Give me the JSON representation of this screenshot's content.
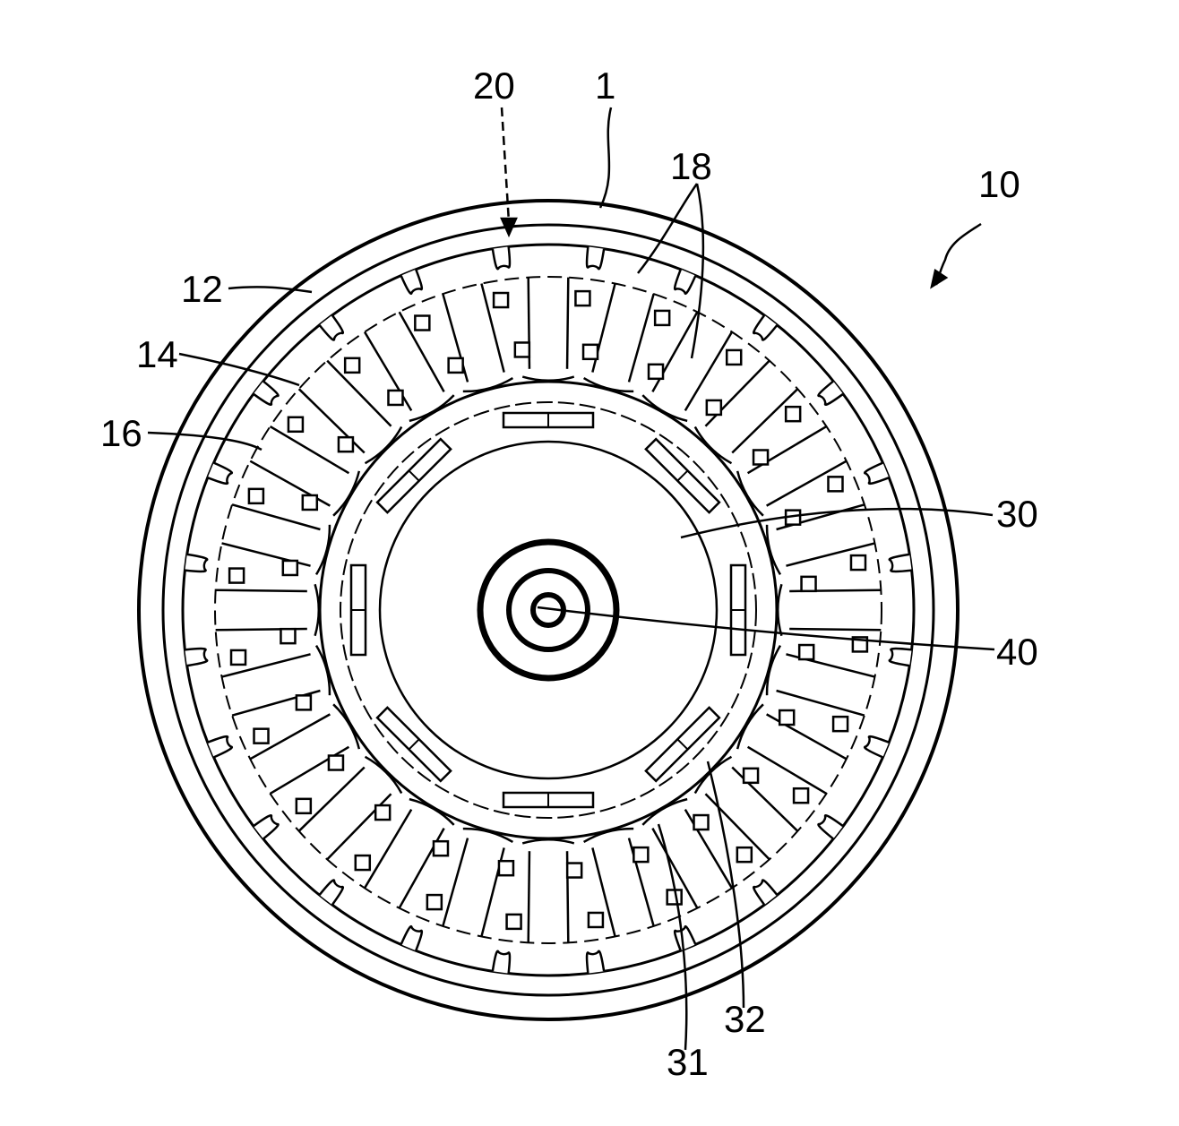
{
  "labels": {
    "l1": "1",
    "l10": "10",
    "l12": "12",
    "l14": "14",
    "l16": "16",
    "l18": "18",
    "l20": "20",
    "l30": "30",
    "l31": "31",
    "l32": "32",
    "l40": "40"
  },
  "stator": {
    "slot_count": 24,
    "outer_notch_count": 24
  },
  "rotor": {
    "magnet_slot_count": 8
  },
  "colors": {
    "ink": "#000000",
    "paper": "#ffffff"
  }
}
